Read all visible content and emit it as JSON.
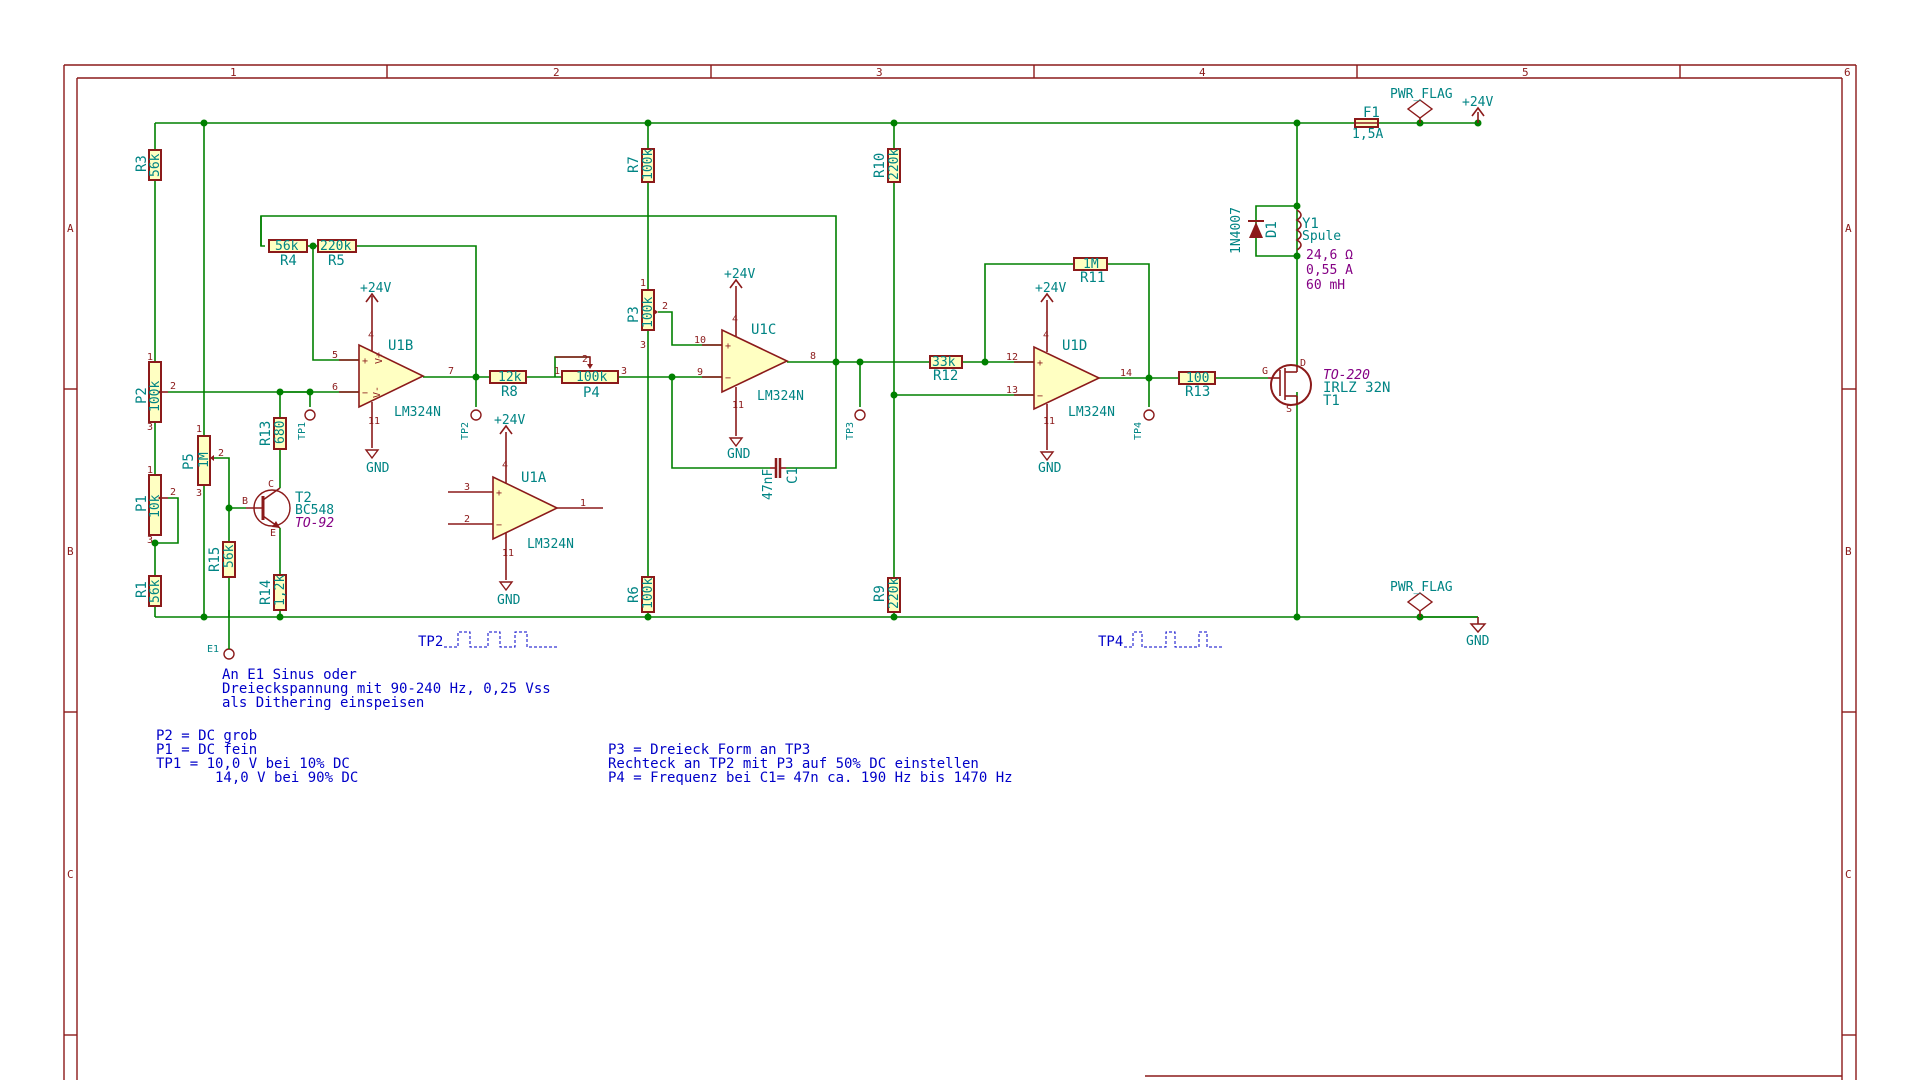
{
  "sheet": {
    "columns": [
      "1",
      "2",
      "3",
      "4",
      "5",
      "6"
    ],
    "rows": [
      "A",
      "B",
      "C"
    ]
  },
  "power": {
    "vcc": "+24V",
    "gnd": "GND",
    "pwr_flag": "PWR_FLAG"
  },
  "components": {
    "R1": {
      "ref": "R1",
      "value": "56k"
    },
    "R3": {
      "ref": "R3",
      "value": "56k"
    },
    "R4": {
      "ref": "R4",
      "value": "56k"
    },
    "R5": {
      "ref": "R5",
      "value": "220k"
    },
    "R6": {
      "ref": "R6",
      "value": "100k"
    },
    "R7": {
      "ref": "R7",
      "value": "100k"
    },
    "R8": {
      "ref": "R8",
      "value": "12k"
    },
    "R9": {
      "ref": "R9",
      "value": "220k"
    },
    "R10": {
      "ref": "R10",
      "value": "220k"
    },
    "R11": {
      "ref": "R11",
      "value": "1M"
    },
    "R12": {
      "ref": "R12",
      "value": "33k"
    },
    "R13a": {
      "ref": "R13",
      "value": "680"
    },
    "R13b": {
      "ref": "R13",
      "value": "100"
    },
    "R14": {
      "ref": "R14",
      "value": "1,2k"
    },
    "R15": {
      "ref": "R15",
      "value": "56k"
    },
    "P1": {
      "ref": "P1",
      "value": "10k"
    },
    "P2": {
      "ref": "P2",
      "value": "100k"
    },
    "P3": {
      "ref": "P3",
      "value": "100k"
    },
    "P4": {
      "ref": "P4",
      "value": "100k"
    },
    "P5": {
      "ref": "P5",
      "value": "1M"
    },
    "C1": {
      "ref": "C1",
      "value": "47nF"
    },
    "F1": {
      "ref": "F1",
      "value": "1,5A"
    },
    "D1": {
      "ref": "D1",
      "value": "1N4007"
    },
    "T1": {
      "ref": "T1",
      "value": "IRLZ 32N",
      "package": "TO-220"
    },
    "T2": {
      "ref": "T2",
      "value": "BC548",
      "package": "TO-92"
    },
    "U1A": {
      "ref": "U1A",
      "value": "LM324N"
    },
    "U1B": {
      "ref": "U1B",
      "value": "LM324N"
    },
    "U1C": {
      "ref": "U1C",
      "value": "LM324N"
    },
    "U1D": {
      "ref": "U1D",
      "value": "LM324N"
    },
    "Y1": {
      "ref": "Y1",
      "value": "Spule",
      "spec1": "24,6 Ω",
      "spec2": "0,55 A",
      "spec3": "60 mH"
    }
  },
  "testpoints": [
    "TP1",
    "TP2",
    "TP3",
    "TP4"
  ],
  "input": "E1",
  "waveform_labels": [
    "TP2",
    "TP4"
  ],
  "notes": {
    "dither": [
      "An E1 Sinus oder",
      "Dreieckspannung mit 90-240 Hz, 0,25 Vss",
      "als Dithering einspeisen"
    ],
    "left": [
      "P2 = DC grob",
      "P1 = DC fein",
      "TP1 = 10,0 V bei 10% DC",
      "       14,0 V bei 90% DC"
    ],
    "right": [
      "P3 = Dreieck Form an TP3",
      "Rechteck an TP2 mit P3 auf 50% DC einstellen",
      "P4 = Frequenz bei C1= 47n ca.  190 Hz bis 1470 Hz"
    ]
  }
}
